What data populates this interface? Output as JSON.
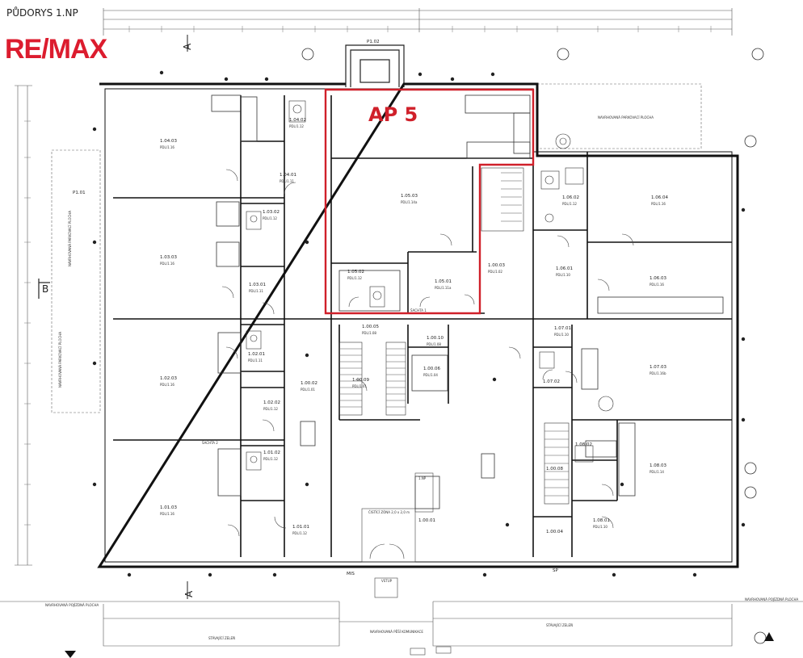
{
  "title": "PŮDORYS 1.NP",
  "logo": {
    "text": "RE/MAX",
    "color": "#dc1c2e"
  },
  "highlight": {
    "label": "AP 5",
    "color": "#d0202a"
  },
  "colors": {
    "wall": "#111111",
    "line": "#444444",
    "highlight": "#d0202a"
  },
  "rooms": [
    {
      "id": "1.04.03",
      "area": "PDL/1.16"
    },
    {
      "id": "1.04.02",
      "area": "PDL/1.12"
    },
    {
      "id": "1.04.01",
      "area": "PDL/1.11"
    },
    {
      "id": "1.03.03",
      "area": "PDL/1.16"
    },
    {
      "id": "1.03.02",
      "area": "PDL/1.12"
    },
    {
      "id": "1.03.01",
      "area": "PDL/1.11"
    },
    {
      "id": "1.02.03",
      "area": "PDL/1.16"
    },
    {
      "id": "1.02.01",
      "area": "PDL/1.11"
    },
    {
      "id": "1.02.02",
      "area": "PDL/1.12"
    },
    {
      "id": "1.01.02",
      "area": "PDL/1.12"
    },
    {
      "id": "1.01.03",
      "area": "PDL/1.16"
    },
    {
      "id": "1.01.01",
      "area": "PDL/1.12"
    },
    {
      "id": "1.05.03",
      "area": "PDL/1.14a"
    },
    {
      "id": "1.05.02",
      "area": "PDL/1.12"
    },
    {
      "id": "1.05.01",
      "area": "PDL/1.11a"
    },
    {
      "id": "1.00.03",
      "area": "PDL/1.02"
    },
    {
      "id": "1.00.05",
      "area": "PDL/1.08"
    },
    {
      "id": "1.00.10",
      "area": "PDL/1.08"
    },
    {
      "id": "1.00.06",
      "area": "PDL/1.04"
    },
    {
      "id": "1.00.09",
      "area": "PDL/1.01"
    },
    {
      "id": "1.00.02",
      "area": "PDL/1.01"
    },
    {
      "id": "1.00.01",
      "area": ""
    },
    {
      "id": "1.06.02",
      "area": "PDL/1.12"
    },
    {
      "id": "1.06.04",
      "area": "PDL/1.16"
    },
    {
      "id": "1.06.01",
      "area": "PDL/1.10"
    },
    {
      "id": "1.06.03",
      "area": "PDL/1.16"
    },
    {
      "id": "1.07.01",
      "area": "PDL/1.10"
    },
    {
      "id": "1.07.02",
      "area": ""
    },
    {
      "id": "1.07.03",
      "area": "PDL/1.16b"
    },
    {
      "id": "1.08.02",
      "area": ""
    },
    {
      "id": "1.08.03",
      "area": "PDL/1.14"
    },
    {
      "id": "1.00.08",
      "area": ""
    },
    {
      "id": "1.08.01",
      "area": "PDL/1.10"
    },
    {
      "id": "1.00.04",
      "area": ""
    }
  ],
  "labels": {
    "p102": "P1.02",
    "p101": "P1.01",
    "sectionA": "A",
    "sectionB": "B",
    "entrance": "VSTUP",
    "parking_right": "NAVRHOVANÁ PARKOVACÍ PLOCHA",
    "parking_left1": "NAVRHOVANÁ PARKOVACÍ PLOCHA",
    "parking_left2": "NAVRHOVANÁ PARKOVACÍ PLOCHA",
    "walk_left": "NAVRHOVANÁ POJÍZDNÁ PLOCHA",
    "walk_right": "NAVRHOVANÁ POJÍZDNÁ PLOCHA",
    "walk_center": "NAVRHOVANÁ PĚŠÍ KOMUNIKACE",
    "existing_left": "STÁVAJÍCÍ ZELEŇ",
    "existing_right": "STÁVAJÍCÍ ZELEŇ",
    "cleaning": "ČISTÍCÍ ZÓNA 2,0 x 2,0 m",
    "shaft": "ŠACHTA 2",
    "shaft2": "ŠACHTA 1",
    "mis": "MIS",
    "sp": "SP",
    "level": "1.NP"
  }
}
